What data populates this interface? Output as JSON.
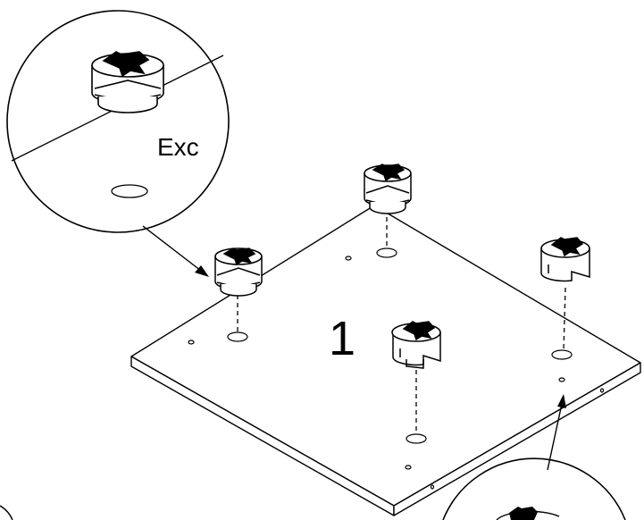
{
  "diagram": {
    "zoom_label": "Exc",
    "step_number": "1"
  },
  "colors": {
    "line": "#000000",
    "panel": "#ffffff",
    "cap_fill": "#ffffff"
  },
  "icons": {
    "cam_lock": "cam-lock-fitting",
    "arrow": "solid-arrow-indicator"
  }
}
